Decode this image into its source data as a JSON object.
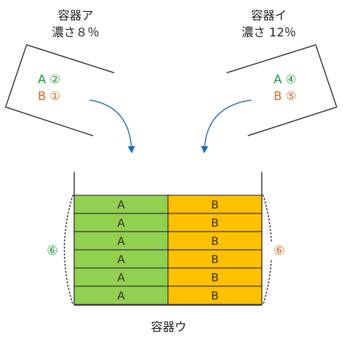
{
  "container_a": {
    "title": "容器ア",
    "concentration": "濃さ８％",
    "parts_a": "A ②",
    "parts_b": "B ①"
  },
  "container_i": {
    "title": "容器イ",
    "concentration": "濃さ 12％",
    "parts_a": "A ④",
    "parts_b": "B ⑤"
  },
  "container_u": {
    "title": "容器ウ",
    "left_count": "⑥",
    "right_count": "⑥",
    "rows": [
      {
        "a": "A",
        "b": "B"
      },
      {
        "a": "A",
        "b": "B"
      },
      {
        "a": "A",
        "b": "B"
      },
      {
        "a": "A",
        "b": "B"
      },
      {
        "a": "A",
        "b": "B"
      },
      {
        "a": "A",
        "b": "B"
      }
    ]
  },
  "colors": {
    "a_text": "#1a9a3c",
    "b_text": "#d2691e",
    "a_fill": "#92d050",
    "b_fill": "#ffc000",
    "arrow": "#1f6fb5",
    "line": "#333333"
  }
}
